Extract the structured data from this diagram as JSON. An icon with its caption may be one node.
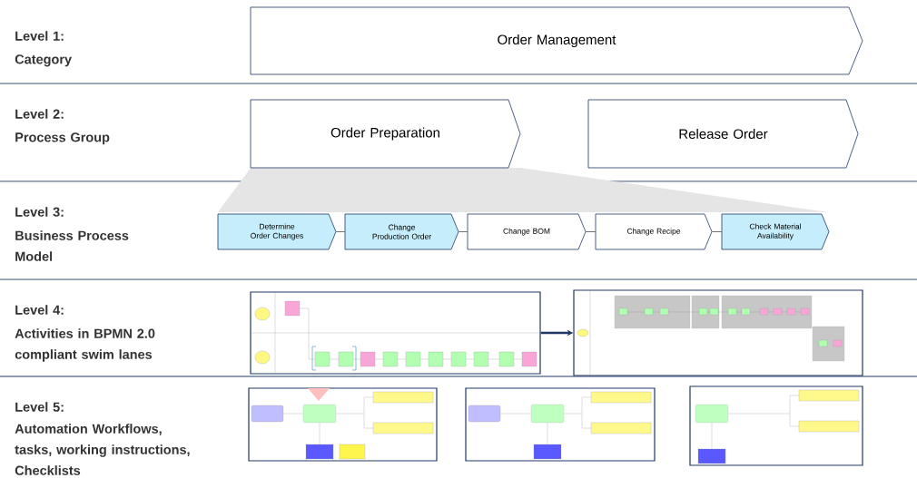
{
  "diagram": {
    "nodes": [
      {
        "text": [
          "Order Management"
        ]
      },
      {
        "text": [
          "Order Preparation"
        ]
      },
      {
        "text": [
          "Release Order"
        ]
      },
      {
        "text": [
          "Determine Order Changes"
        ]
      },
      {
        "text": [
          "Change Production Order"
        ]
      },
      {
        "text": [
          "Change BOM"
        ]
      },
      {
        "text": [
          "Change Recipe"
        ]
      },
      {
        "text": [
          "Check Material Availability"
        ]
      },
      {
        "text": [],
        "shape": "picture"
      },
      {
        "text": [],
        "shape": "picture"
      },
      {
        "text": [],
        "shape": "picture"
      },
      {
        "text": [],
        "shape": "picture"
      },
      {
        "text": [],
        "shape": "picture"
      },
      {
        "text": [],
        "shape": "trapezoid"
      }
    ],
    "edges": [
      {
        "from": 3,
        "to": 4,
        "arrow": "none"
      },
      {
        "from": 4,
        "to": 5,
        "arrow": "none"
      },
      {
        "from": 5,
        "to": 6,
        "arrow": "none"
      },
      {
        "from": 6,
        "to": 7,
        "arrow": "none"
      },
      {
        "from": 8,
        "to": 9,
        "arrow": "to",
        "style": "thick"
      }
    ],
    "labels": [
      "Level 1:",
      "Category",
      "Level 2:",
      "Process Group",
      "Level 3:",
      "Business Process Model",
      "Level 4:",
      "Activities in BPMN 2.0 compliant swim lanes",
      "Level 5:",
      "Automation Workflows, tasks, working instructions, Checklists"
    ]
  }
}
